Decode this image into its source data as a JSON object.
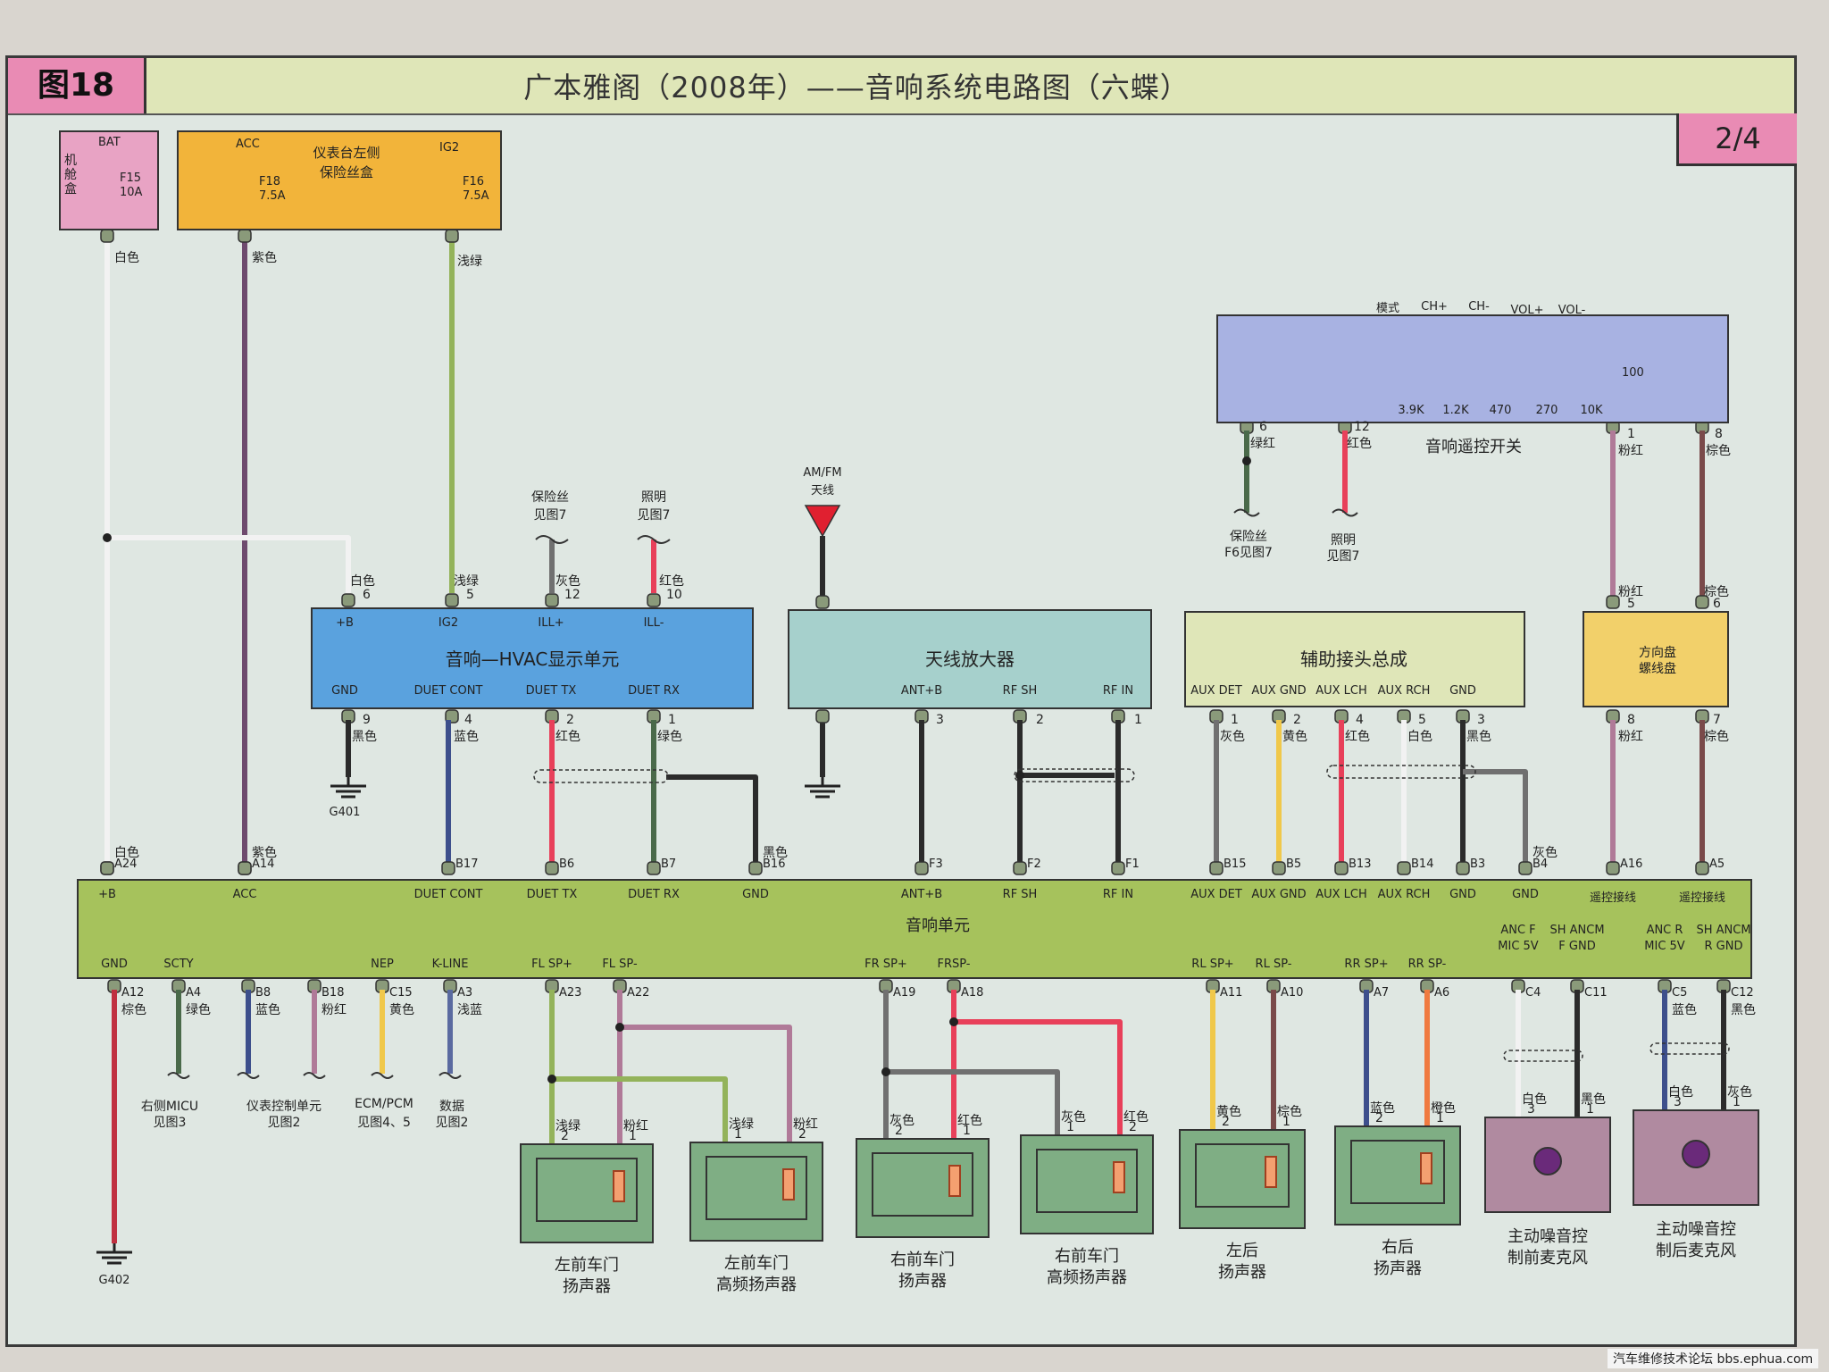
{
  "figure_no": "图18",
  "title": "广本雅阁（2008年）——音响系统电路图（六蝶）",
  "page": "2/4",
  "fuse_boxes": {
    "engine": {
      "label": "机舱盒",
      "feed": "BAT",
      "fuse": "F15",
      "rating": "10A",
      "wire": "白色"
    },
    "dash": {
      "label_line1": "仪表台左侧",
      "label_line2": "保险丝盒",
      "fuses": [
        {
          "feed": "ACC",
          "fuse": "F18",
          "rating": "7.5A",
          "wire": "紫色"
        },
        {
          "feed": "IG2",
          "fuse": "F16",
          "rating": "7.5A",
          "wire": "浅绿"
        }
      ]
    }
  },
  "hvac": {
    "name": "音响—HVAC显示单元",
    "top_pins": [
      {
        "pin": "+B",
        "no": "6",
        "wire": "白色"
      },
      {
        "pin": "IG2",
        "no": "5",
        "wire": "浅绿"
      },
      {
        "pin": "ILL+",
        "no": "12",
        "wire": "灰色"
      },
      {
        "pin": "ILL-",
        "no": "10",
        "wire": "红色"
      }
    ],
    "bottom_pins": [
      {
        "pin": "GND",
        "no": "9",
        "wire": "黑色"
      },
      {
        "pin": "DUET CONT",
        "no": "4",
        "wire": "蓝色"
      },
      {
        "pin": "DUET TX",
        "no": "2",
        "wire": "红色"
      },
      {
        "pin": "DUET RX",
        "no": "1",
        "wire": "绿色"
      }
    ],
    "ref_fuse": "保险丝",
    "ref_fuse2": "见图7",
    "ref_light": "照明",
    "ref_light2": "见图7",
    "ground": "G401"
  },
  "antenna": {
    "label1": "AM/FM",
    "label2": "天线",
    "amp_name": "天线放大器",
    "pins": [
      {
        "pin": "ANT+B",
        "no": "3"
      },
      {
        "pin": "RF SH",
        "no": "2"
      },
      {
        "pin": "RF IN",
        "no": "1"
      }
    ]
  },
  "aux": {
    "name": "辅助接头总成",
    "pins": [
      {
        "pin": "AUX DET",
        "no": "1",
        "wire": "灰色"
      },
      {
        "pin": "AUX GND",
        "no": "2",
        "wire": "黄色"
      },
      {
        "pin": "AUX LCH",
        "no": "4",
        "wire": "红色"
      },
      {
        "pin": "AUX RCH",
        "no": "5",
        "wire": "白色"
      },
      {
        "pin": "GND",
        "no": "3",
        "wire": "黑色"
      }
    ]
  },
  "remote": {
    "name": "音响遥控开关",
    "top_labels": [
      "模式",
      "CH+",
      "CH-",
      "VOL+",
      "VOL-"
    ],
    "resistors": [
      "3.9K",
      "1.2K",
      "470",
      "270",
      "10K"
    ],
    "r_extra": "100",
    "pins": [
      {
        "no": "6",
        "wire": "绿红"
      },
      {
        "no": "12",
        "wire": "红色"
      },
      {
        "no": "1",
        "wire": "粉红"
      },
      {
        "no": "8",
        "wire": "棕色"
      }
    ],
    "ref_fuse1": "保险丝",
    "ref_fuse2": "F6见图7",
    "ref_light1": "照明",
    "ref_light2": "见图7"
  },
  "clock_spring": {
    "name1": "方向盘",
    "name2": "螺线盘",
    "top": [
      {
        "no": "5",
        "wire": "粉红"
      },
      {
        "no": "6",
        "wire": "棕色"
      }
    ],
    "bottom": [
      {
        "no": "8",
        "wire": "粉红"
      },
      {
        "no": "7",
        "wire": "棕色"
      }
    ]
  },
  "audio_unit": {
    "name": "音响单元",
    "top_pins": [
      {
        "pin": "+B",
        "conn": "A24",
        "wire": "白色"
      },
      {
        "pin": "ACC",
        "conn": "A14",
        "wire": "紫色"
      },
      {
        "pin": "DUET CONT",
        "conn": "B17"
      },
      {
        "pin": "DUET TX",
        "conn": "B6"
      },
      {
        "pin": "DUET RX",
        "conn": "B7"
      },
      {
        "pin": "GND",
        "conn": "B16",
        "wire": "黑色"
      },
      {
        "pin": "ANT+B",
        "conn": "F3"
      },
      {
        "pin": "RF SH",
        "conn": "F2"
      },
      {
        "pin": "RF IN",
        "conn": "F1"
      },
      {
        "pin": "AUX DET",
        "conn": "B15"
      },
      {
        "pin": "AUX GND",
        "conn": "B5"
      },
      {
        "pin": "AUX LCH",
        "conn": "B13"
      },
      {
        "pin": "AUX RCH",
        "conn": "B14"
      },
      {
        "pin": "GND",
        "conn": "B3"
      },
      {
        "pin": "GND",
        "conn": "B4",
        "wire": "灰色"
      },
      {
        "pin": "遥控接线",
        "conn": "A16"
      },
      {
        "pin": "遥控接线",
        "conn": "A5"
      }
    ],
    "bottom_pins": [
      {
        "pin": "GND",
        "conn": "A12",
        "wire": "棕色"
      },
      {
        "pin": "SCTY",
        "conn": "A4",
        "wire": "绿色"
      },
      {
        "pin": "",
        "conn": "B8",
        "wire": "蓝色"
      },
      {
        "pin": "",
        "conn": "B18",
        "wire": "粉红"
      },
      {
        "pin": "NEP",
        "conn": "C15",
        "wire": "黄色"
      },
      {
        "pin": "K-LINE",
        "conn": "A3",
        "wire": "浅蓝"
      },
      {
        "pin": "FL SP+",
        "conn": "A23"
      },
      {
        "pin": "FL SP-",
        "conn": "A22"
      },
      {
        "pin": "FR SP+",
        "conn": "A19"
      },
      {
        "pin": "FRSP-",
        "conn": "A18"
      },
      {
        "pin": "RL SP+",
        "conn": "A11"
      },
      {
        "pin": "RL SP-",
        "conn": "A10"
      },
      {
        "pin": "RR SP+",
        "conn": "A7"
      },
      {
        "pin": "RR SP-",
        "conn": "A6"
      },
      {
        "pin": "ANC F",
        "pin2": "MIC 5V",
        "conn": "C4"
      },
      {
        "pin": "SH ANCM",
        "pin2": "F GND",
        "conn": "C11"
      },
      {
        "pin": "ANC R",
        "pin2": "MIC 5V",
        "conn": "C5",
        "wire": "蓝色"
      },
      {
        "pin": "SH ANCM",
        "pin2": "R GND",
        "conn": "C12",
        "wire": "黑色"
      }
    ],
    "refs": [
      {
        "l1": "右侧MICU",
        "l2": "见图3"
      },
      {
        "l1": "仪表控制单元",
        "l2": "见图2"
      },
      {
        "l1": "ECM/PCM",
        "l2": "见图4、5"
      },
      {
        "l1": "数据",
        "l2": "见图2"
      }
    ],
    "ground": "G402"
  },
  "speakers": [
    {
      "name1": "左前车门",
      "name2": "扬声器",
      "w1": "浅绿",
      "n1": "2",
      "w2": "粉红",
      "n2": "1"
    },
    {
      "name1": "左前车门",
      "name2": "高频扬声器",
      "w1": "浅绿",
      "n1": "1",
      "w2": "粉红",
      "n2": "2"
    },
    {
      "name1": "右前车门",
      "name2": "扬声器",
      "w1": "灰色",
      "n1": "2",
      "w2": "红色",
      "n2": "1"
    },
    {
      "name1": "右前车门",
      "name2": "高频扬声器",
      "w1": "灰色",
      "n1": "1",
      "w2": "红色",
      "n2": "2"
    },
    {
      "name1": "左后",
      "name2": "扬声器",
      "w1": "黄色",
      "n1": "2",
      "w2": "棕色",
      "n2": "1"
    },
    {
      "name1": "右后",
      "name2": "扬声器",
      "w1": "蓝色",
      "n1": "2",
      "w2": "橙色",
      "n2": "1"
    }
  ],
  "mics": [
    {
      "name1": "主动噪音控",
      "name2": "制前麦克风",
      "w1": "白色",
      "n1": "3",
      "w2": "黑色",
      "n2": "1"
    },
    {
      "name1": "主动噪音控",
      "name2": "制后麦克风",
      "w1": "白色",
      "n1": "3",
      "w2": "灰色",
      "n2": "1"
    }
  ],
  "footer": "汽车维修技术论坛 bbs.ephua.com",
  "colors": {
    "white": "#f2f2f2",
    "purple": "#6e4a6e",
    "lightgreen": "#93b35a",
    "gray": "#707070",
    "red": "#e8405a",
    "black": "#2b2b2b",
    "blue": "#3d4f8c",
    "yellow": "#f0c84a",
    "pink": "#b07a98",
    "brown": "#7a4a4a",
    "green": "#4a6a4a",
    "orange": "#f07a40",
    "lightblue": "#5a6aa0"
  }
}
